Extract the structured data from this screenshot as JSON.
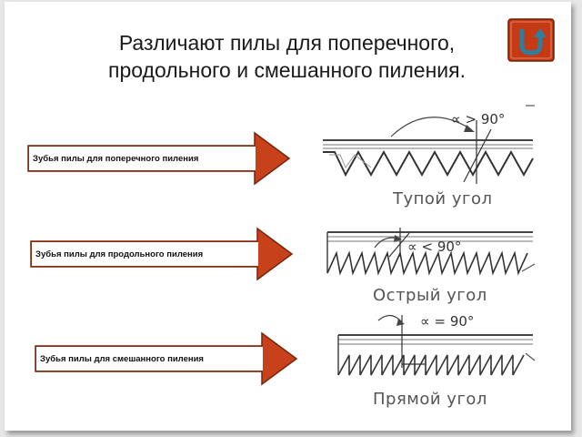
{
  "slide": {
    "title_line1": "Различают пилы для поперечного,",
    "title_line2": "продольного и смешанного пиления."
  },
  "colors": {
    "arrow_fill": "#c7421b",
    "arrow_stroke": "#7a2408",
    "back_button": "#c43a14",
    "back_icon": "#2d7fa0"
  },
  "back_button": {
    "icon": "u-turn-arrow-icon"
  },
  "rows": [
    {
      "arrow_label": "Зубья пилы для поперечного пиления",
      "angle_label": "∝ > 90°",
      "caption": "Тупой угол"
    },
    {
      "arrow_label": "Зубья пилы для продольного пиления",
      "angle_label": "∝ < 90°",
      "caption": "Острый угол"
    },
    {
      "arrow_label": "Зубья пилы для смешанного пиления",
      "angle_label": "∝ = 90°",
      "caption": "Прямой угол"
    }
  ]
}
